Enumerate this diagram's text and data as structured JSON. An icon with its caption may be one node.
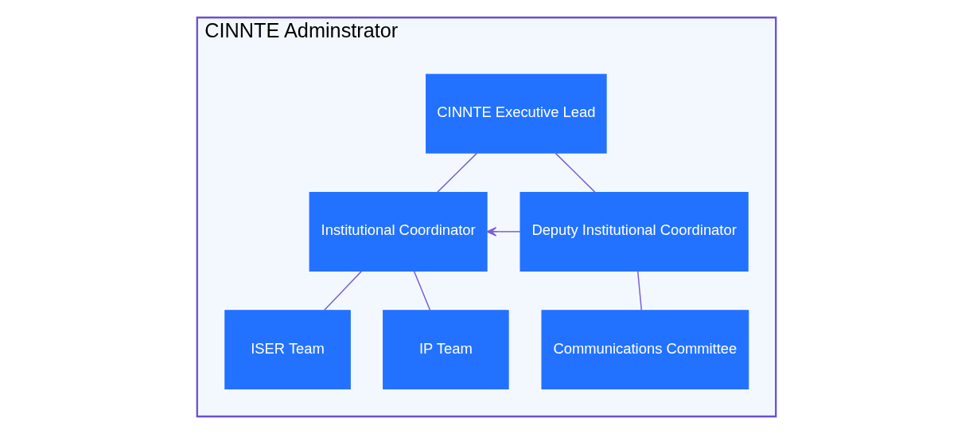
{
  "diagram": {
    "nodes": [
      {
        "text": [
          "CINNTE Adminstrator"
        ]
      },
      {
        "text": [
          "CINNTE Executive Lead"
        ],
        "in": 0
      },
      {
        "text": [
          "Institutional Coordinator"
        ],
        "in": 0
      },
      {
        "text": [
          "Deputy Institutional Coordinator"
        ],
        "in": 0
      },
      {
        "text": [
          "ISER Team"
        ],
        "in": 0
      },
      {
        "text": [
          "IP Team"
        ],
        "in": 0
      },
      {
        "text": [
          "Communications Committee"
        ],
        "in": 0
      }
    ],
    "edges": [
      {
        "from": 1,
        "to": 2,
        "arrow": "none"
      },
      {
        "from": 1,
        "to": 3,
        "arrow": "none"
      },
      {
        "from": 3,
        "to": 2,
        "arrow": "to"
      },
      {
        "from": 2,
        "to": 4,
        "arrow": "none"
      },
      {
        "from": 2,
        "to": 5,
        "arrow": "none"
      },
      {
        "from": 3,
        "to": 6,
        "arrow": "none"
      }
    ]
  }
}
